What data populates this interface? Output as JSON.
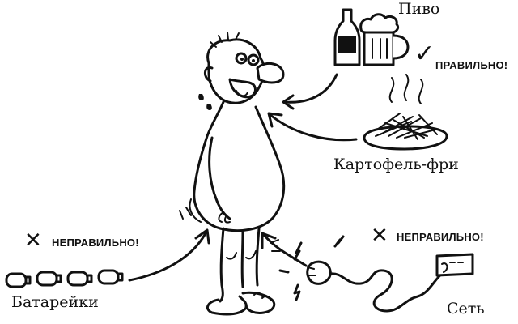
{
  "labels": {
    "beer": "Пиво",
    "fries": "Картофель-фри",
    "batteries": "Батарейки",
    "outlet": "Сеть",
    "correct": "ПРАВИЛЬНО!",
    "wrong_left": "НЕПРАВИЛЬНО!",
    "wrong_right": "НЕПРАВИЛЬНО!"
  },
  "marks": {
    "check": "✓",
    "cross_left": "✕",
    "cross_right": "✕"
  }
}
